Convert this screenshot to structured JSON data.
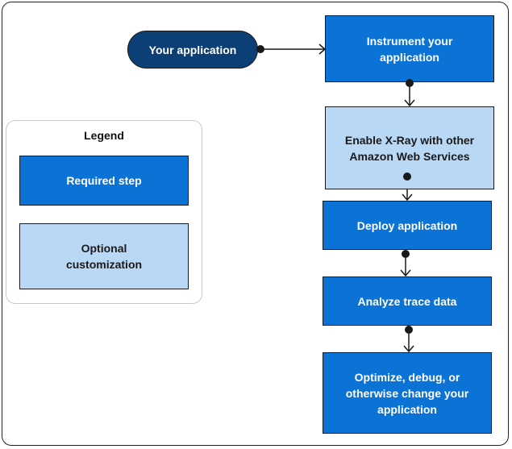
{
  "start": {
    "label": "Your application"
  },
  "steps": [
    {
      "id": "instrument",
      "label": "Instrument your application",
      "kind": "required"
    },
    {
      "id": "enable-xray",
      "label": "Enable X-Ray with other Amazon Web Services",
      "kind": "optional"
    },
    {
      "id": "deploy",
      "label": "Deploy application",
      "kind": "required"
    },
    {
      "id": "analyze",
      "label": "Analyze trace data",
      "kind": "required"
    },
    {
      "id": "optimize",
      "label": "Optimize, debug, or otherwise change your application",
      "kind": "required"
    }
  ],
  "legend": {
    "title": "Legend",
    "required": "Required step",
    "optional": "Optional customization"
  },
  "colors": {
    "required": "#0b72d6",
    "optional": "#b9d8f6",
    "start": "#0c3f76",
    "border": "#1a1a1a"
  }
}
